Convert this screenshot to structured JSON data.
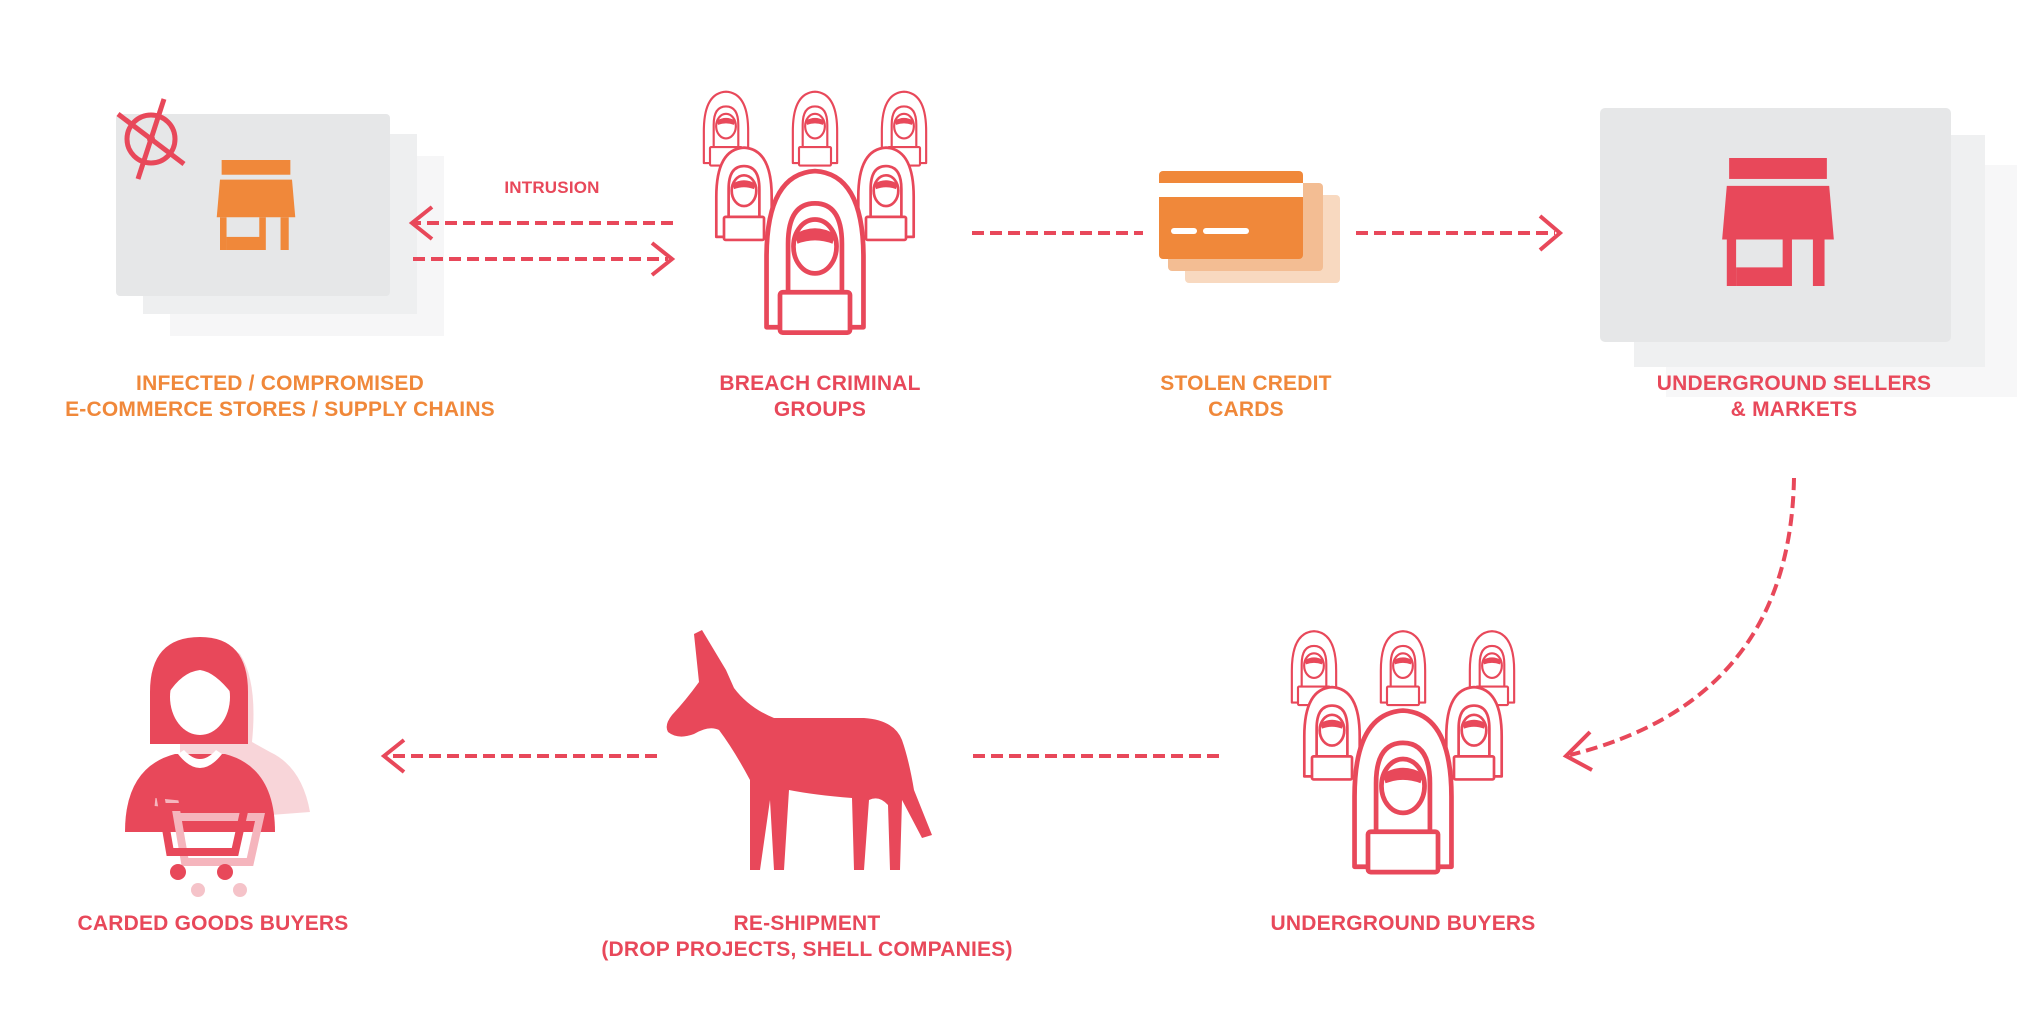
{
  "colors": {
    "red": "#e8485a",
    "orange": "#f0883a",
    "panel": "#e6e7e8"
  },
  "nodes": {
    "stores": {
      "line1": "INFECTED / COMPROMISED",
      "line2": "E-COMMERCE STORES / SUPPLY CHAINS",
      "icon": "storefront-icon"
    },
    "breach": {
      "line1": "BREACH CRIMINAL",
      "line2": "GROUPS",
      "icon": "hacker-group-icon"
    },
    "cards": {
      "line1": "STOLEN CREDIT",
      "line2": "CARDS",
      "icon": "credit-card-icon"
    },
    "sellers": {
      "line1": "UNDERGROUND SELLERS",
      "line2": "& MARKETS",
      "icon": "storefront-icon"
    },
    "buyers": {
      "line1": "UNDERGROUND BUYERS",
      "icon": "hacker-group-icon"
    },
    "reshipment": {
      "line1": "RE-SHIPMENT",
      "line2": "(DROP PROJECTS, SHELL COMPANIES)",
      "icon": "donkey-icon"
    },
    "carded": {
      "line1": "CARDED GOODS BUYERS",
      "icon": "shopper-icon"
    }
  },
  "edges": {
    "intrusion_label": "INTRUSION"
  }
}
